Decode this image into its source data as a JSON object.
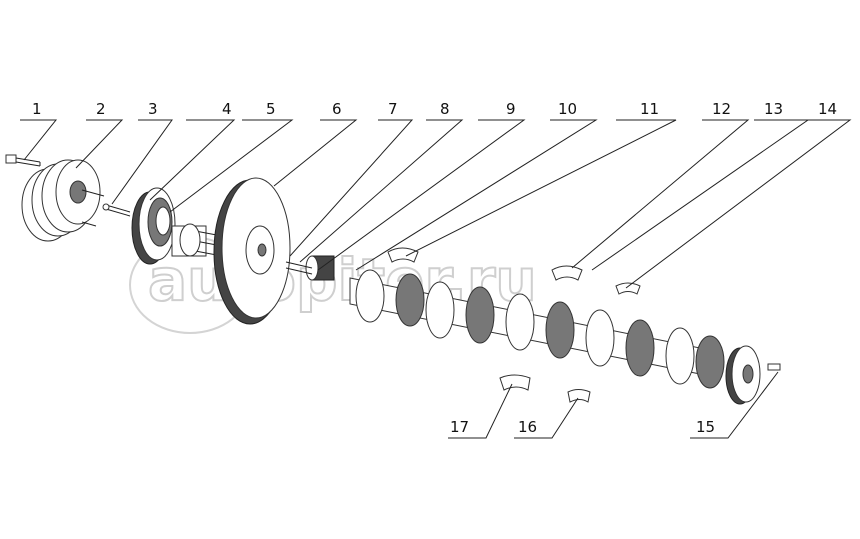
{
  "watermark": "autopiter.ru",
  "callouts": [
    {
      "id": "1",
      "label": "1"
    },
    {
      "id": "2",
      "label": "2"
    },
    {
      "id": "3",
      "label": "3"
    },
    {
      "id": "4",
      "label": "4"
    },
    {
      "id": "5",
      "label": "5"
    },
    {
      "id": "6",
      "label": "6"
    },
    {
      "id": "7",
      "label": "7"
    },
    {
      "id": "8",
      "label": "8"
    },
    {
      "id": "9",
      "label": "9"
    },
    {
      "id": "10",
      "label": "10"
    },
    {
      "id": "11",
      "label": "11"
    },
    {
      "id": "12",
      "label": "12"
    },
    {
      "id": "13",
      "label": "13"
    },
    {
      "id": "14",
      "label": "14"
    },
    {
      "id": "15",
      "label": "15"
    },
    {
      "id": "16",
      "label": "16"
    },
    {
      "id": "17",
      "label": "17"
    }
  ]
}
